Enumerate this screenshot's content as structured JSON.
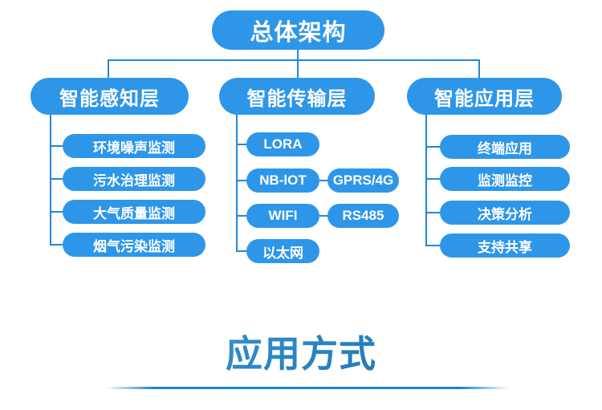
{
  "diagram": {
    "root": "总体架构",
    "columns": [
      {
        "label": "智能感知层",
        "children": [
          "环境噪声监测",
          "污水治理监测",
          "大气质量监测",
          "烟气污染监测"
        ]
      },
      {
        "label": "智能传输层",
        "children": [
          "LORA",
          "NB-lOT",
          "WIFI",
          "以太网"
        ],
        "side_children": [
          "GPRS/4G",
          "RS485"
        ]
      },
      {
        "label": "智能应用层",
        "children": [
          "终端应用",
          "监测监控",
          "决策分析",
          "支持共享"
        ]
      }
    ],
    "colors": {
      "node_fill": "#2E96E8",
      "connector": "#2287DB",
      "node_text": "#FFFFFF",
      "footer_gradient_start": "#55A6DA",
      "footer_gradient_end": "#14619F",
      "divider": "#1B82D4"
    }
  },
  "footer": {
    "title": "应用方式"
  }
}
